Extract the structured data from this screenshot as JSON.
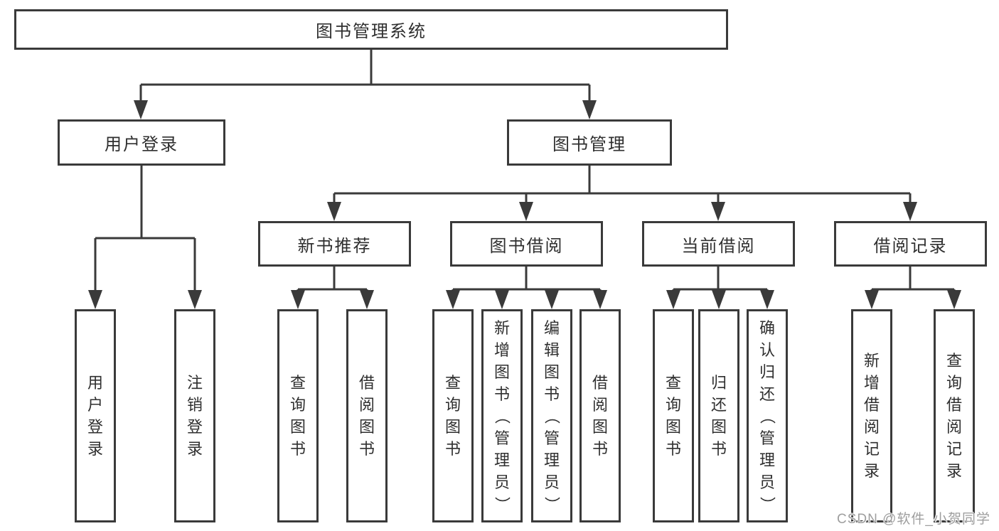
{
  "diagram": {
    "root": {
      "label": "图书管理系统"
    },
    "level2": [
      {
        "label": "用户登录"
      },
      {
        "label": "图书管理"
      }
    ],
    "level3": [
      {
        "label": "新书推荐"
      },
      {
        "label": "图书借阅"
      },
      {
        "label": "当前借阅"
      },
      {
        "label": "借阅记录"
      }
    ],
    "leaves": {
      "user_login": [
        "用户登录",
        "注销登录"
      ],
      "new_book_recommend": [
        "查询图书",
        "借阅图书"
      ],
      "book_borrowing": [
        "查询图书",
        "新增图书（管理员）",
        "编辑图书（管理员）",
        "借阅图书"
      ],
      "current_borrowing": [
        "查询图书",
        "归还图书",
        "确认归还（管理员）"
      ],
      "borrowing_records": [
        "新增借阅记录",
        "查询借阅记录"
      ]
    }
  },
  "watermark": {
    "text": "CSDN @软件_小贺同学"
  },
  "colors": {
    "line": "#3a3a3a",
    "text": "#2f2f2f",
    "background": "#ffffff",
    "watermark": "#9e9e9e"
  }
}
